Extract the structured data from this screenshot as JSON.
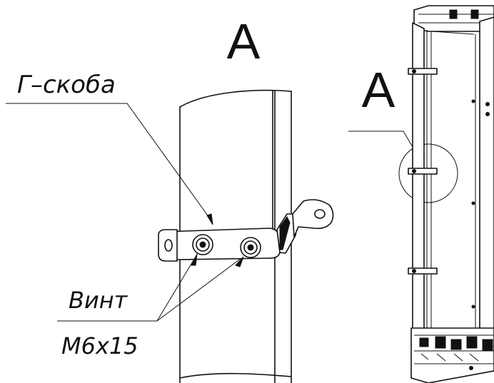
{
  "title_detail": "A",
  "title_view": "A",
  "labels": {
    "bracket": "Г–скоба",
    "screw_name": "Винт",
    "screw_size": "М6x15"
  }
}
